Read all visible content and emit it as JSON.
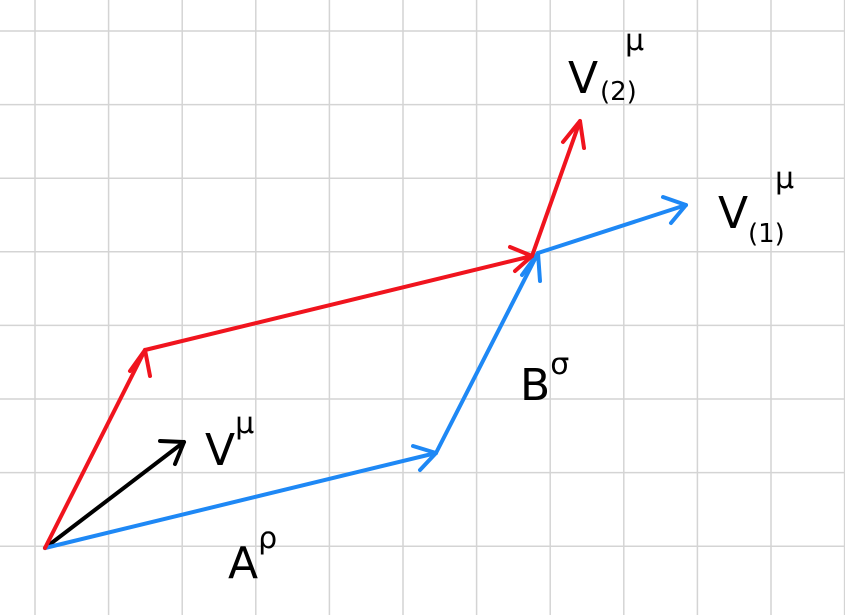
{
  "colors": {
    "background": "#ffffff",
    "grid": "#d4d4d4",
    "black_vector": "#000000",
    "blue_vector": "#1e88f5",
    "red_vector": "#f0141e"
  },
  "labels": {
    "v": {
      "base": "V",
      "sup": "μ"
    },
    "a": {
      "base": "A",
      "sup": "ρ"
    },
    "b": {
      "base": "B",
      "sup": "σ"
    },
    "v1": {
      "base": "V",
      "sub": "(1)",
      "sup": "μ"
    },
    "v2": {
      "base": "V",
      "sub": "(2)",
      "sup": "μ"
    }
  }
}
